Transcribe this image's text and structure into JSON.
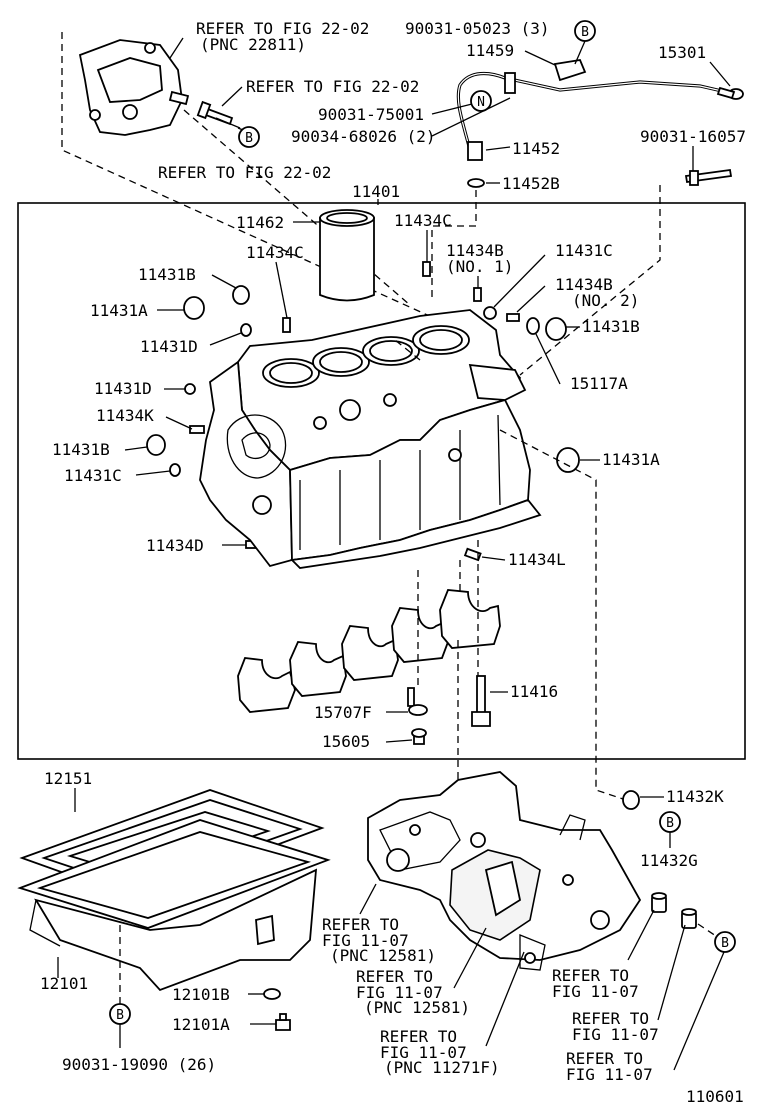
{
  "diagram": {
    "drawing_number": "110601",
    "labels": {
      "refer_fig_22_02_pnc_title": "REFER TO FIG 22-02",
      "refer_fig_22_02_pnc_sub": "(PNC 22811)",
      "refer_fig_22_02_bolt": "REFER TO FIG 22-02",
      "refer_fig_22_02_bottom": "REFER TO FIG 22-02",
      "p90031_05023": "90031-05023 (3)",
      "p11459": "11459",
      "p15301": "15301",
      "p90031_75001": "90031-75001",
      "p90034_68026": "90034-68026 (2)",
      "p11452": "11452",
      "p90031_16057": "90031-16057",
      "p11452b": "11452B",
      "p11401": "11401",
      "p11462": "11462",
      "p11434c_top": "11434C",
      "p11434c_left": "11434C",
      "p11434b_no1": "11434B",
      "p11434b_no1_sub": "(NO. 1)",
      "p11431c_top": "11431C",
      "p11434b_no2": "11434B",
      "p11434b_no2_sub": "(NO. 2)",
      "p11431b_left": "11431B",
      "p11431a_left": "11431A",
      "p11431b_right": "11431B",
      "p11431d_upper": "11431D",
      "p15117a": "15117A",
      "p11431d_lower": "11431D",
      "p11434k": "11434K",
      "p11431b_mid": "11431B",
      "p11431a_right": "11431A",
      "p11431c_left": "11431C",
      "p11434d": "11434D",
      "p11434l": "11434L",
      "p11416": "11416",
      "p15707f": "15707F",
      "p15605": "15605",
      "p12151": "12151",
      "p11432k": "11432K",
      "p11432g": "11432G",
      "p12101": "12101",
      "p12101b": "12101B",
      "p12101a": "12101A",
      "p90031_19090": "90031-19090 (26)",
      "refer_11_07_a_1": "REFER TO",
      "refer_11_07_a_2": "FIG 11-07",
      "refer_11_07_a_3": "(PNC 12581)",
      "refer_11_07_b_1": "REFER TO",
      "refer_11_07_b_2": "FIG 11-07",
      "refer_11_07_b_3": "(PNC 12581)",
      "refer_11_07_c_1": "REFER TO",
      "refer_11_07_c_2": "FIG 11-07",
      "refer_11_07_c_3": "(PNC 11271F)",
      "refer_11_07_d_1": "REFER TO",
      "refer_11_07_d_2": "FIG 11-07",
      "refer_11_07_e_1": "REFER TO",
      "refer_11_07_e_2": "FIG 11-07",
      "refer_11_07_f_1": "REFER TO",
      "refer_11_07_f_2": "FIG 11-07"
    },
    "markers": {
      "b_marker": "B",
      "n_marker": "N"
    }
  }
}
